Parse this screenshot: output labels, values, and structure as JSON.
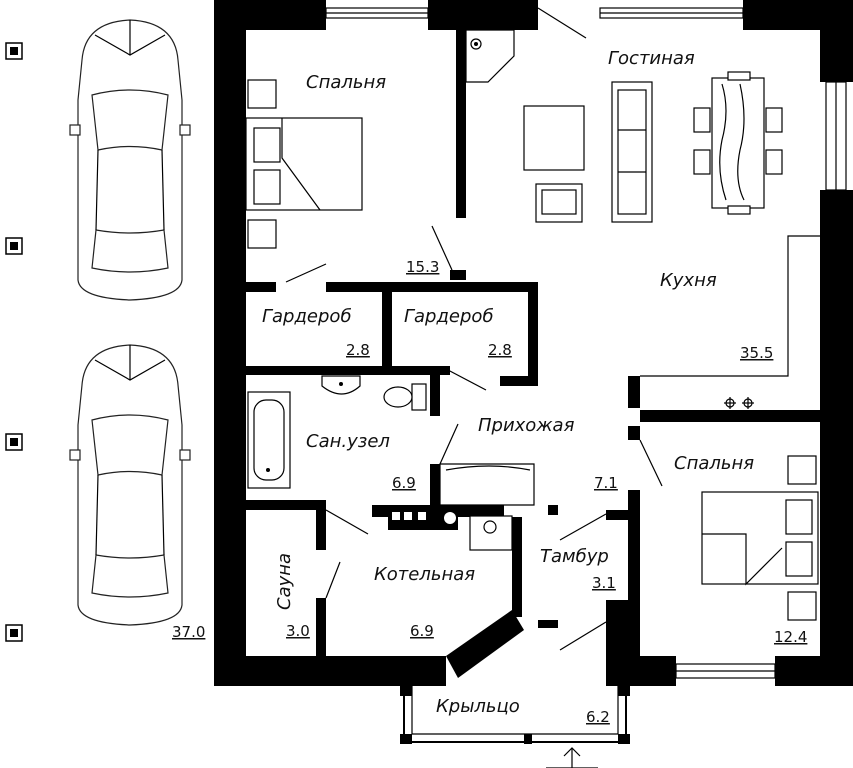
{
  "rooms": {
    "bedroom_top": {
      "name": "Спальня",
      "area": "15.3"
    },
    "living": {
      "name": "Гостиная"
    },
    "kitchen": {
      "name": "Кухня",
      "area": "35.5"
    },
    "wardrobe_left": {
      "name": "Гардероб",
      "area": "2.8"
    },
    "wardrobe_right": {
      "name": "Гардероб",
      "area": "2.8"
    },
    "bathroom": {
      "name": "Сан.узел",
      "area": "6.9"
    },
    "hallway": {
      "name": "Прихожая",
      "area": "7.1"
    },
    "bedroom_bottom": {
      "name": "Спальня",
      "area": "12.4"
    },
    "sauna": {
      "name": "Сауна",
      "area": "3.0"
    },
    "boiler": {
      "name": "Котельная",
      "area": "6.9"
    },
    "vestibule": {
      "name": "Тамбур",
      "area": "3.1"
    },
    "porch": {
      "name": "Крыльцо",
      "area": "6.2"
    }
  },
  "garage": {
    "area": "37.0"
  },
  "selectors": [
    "layer-1",
    "layer-2",
    "layer-3",
    "layer-4"
  ]
}
